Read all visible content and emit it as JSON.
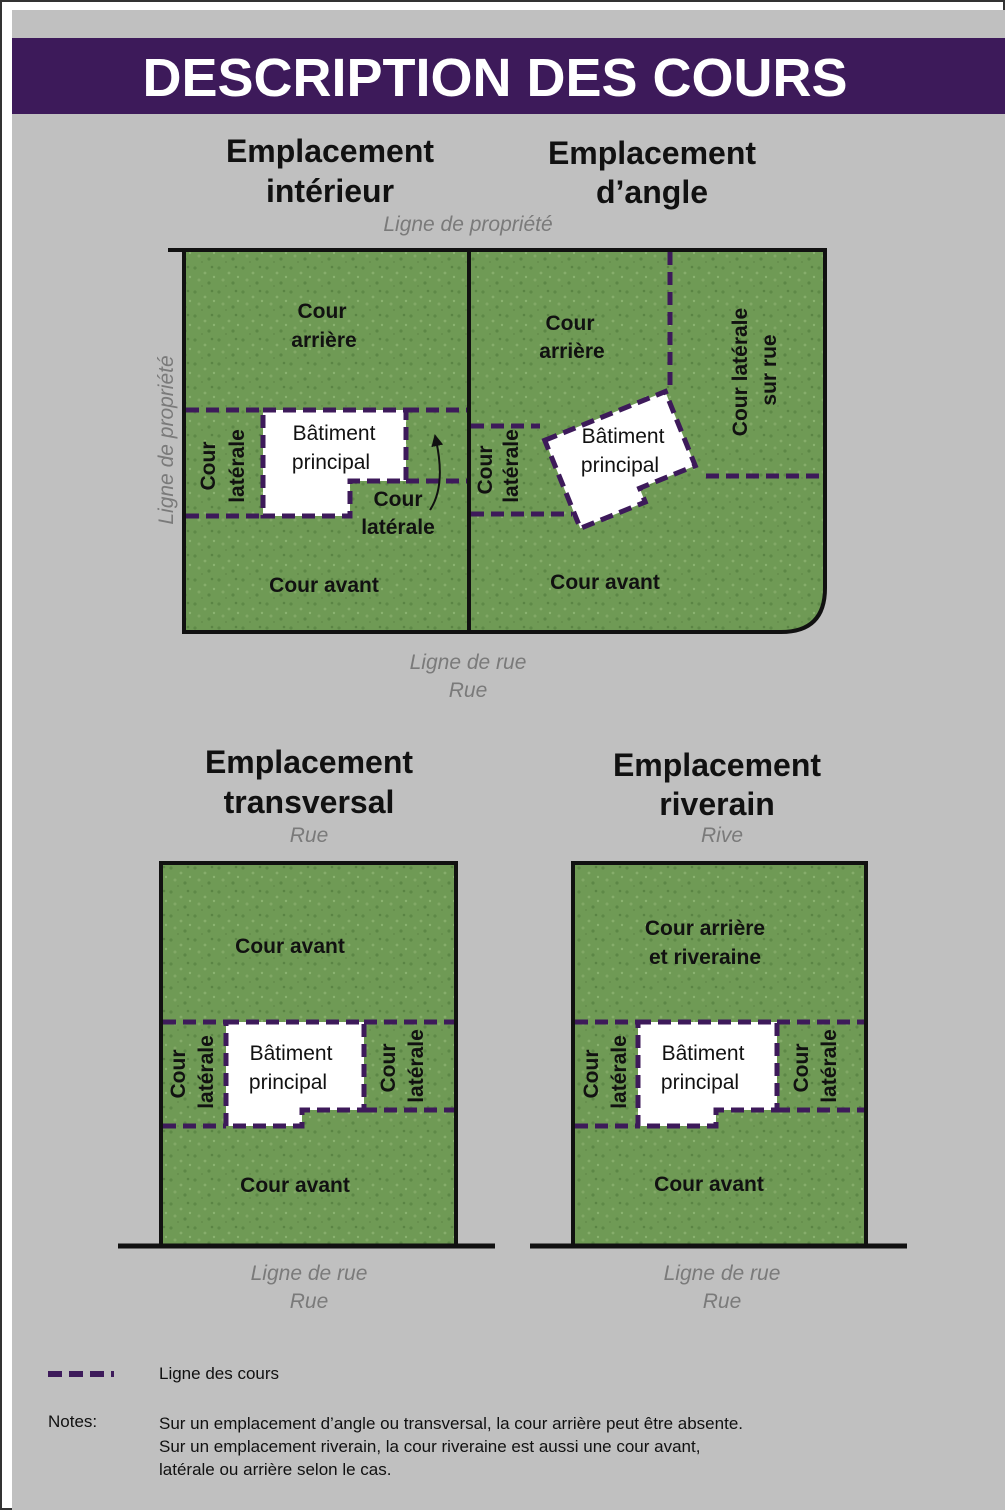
{
  "title": "DESCRIPTION DES COURS",
  "colors": {
    "banner": "#3d1a5a",
    "background": "#c0c0c0",
    "grass": "#6f9a55",
    "yard_line": "#3d1a5a"
  },
  "top": {
    "interior_title": [
      "Emplacement",
      "intérieur"
    ],
    "corner_title": [
      "Emplacement",
      "d’angle"
    ],
    "property_line_top": "Ligne de propriété",
    "property_line_side": "Ligne de propriété",
    "street_line": "Ligne de rue",
    "street": "Rue",
    "interior": {
      "rear_yard": [
        "Cour",
        "arrière"
      ],
      "side_yard_left": [
        "Cour",
        "latérale"
      ],
      "building": [
        "Bâtiment",
        "principal"
      ],
      "side_yard_right": [
        "Cour",
        "latérale"
      ],
      "front_yard": "Cour avant"
    },
    "corner": {
      "rear_yard": [
        "Cour",
        "arrière"
      ],
      "side_yard_left": [
        "Cour",
        "latérale"
      ],
      "building": [
        "Bâtiment",
        "principal"
      ],
      "street_side_yard": [
        "Cour latérale",
        "sur rue"
      ],
      "front_yard": "Cour avant"
    }
  },
  "through_lot": {
    "title": [
      "Emplacement",
      "transversal"
    ],
    "top_label": "Rue",
    "front_yard_top": "Cour avant",
    "side_yard_left": [
      "Cour",
      "latérale"
    ],
    "building": [
      "Bâtiment",
      "principal"
    ],
    "side_yard_right": [
      "Cour",
      "latérale"
    ],
    "front_yard_bottom": "Cour avant",
    "street_line": "Ligne de rue",
    "street": "Rue"
  },
  "riparian_lot": {
    "title": [
      "Emplacement",
      "riverain"
    ],
    "top_label": "Rive",
    "rear_yard": [
      "Cour arrière",
      "et riveraine"
    ],
    "side_yard_left": [
      "Cour",
      "latérale"
    ],
    "building": [
      "Bâtiment",
      "principal"
    ],
    "side_yard_right": [
      "Cour",
      "latérale"
    ],
    "front_yard": "Cour avant",
    "street_line": "Ligne de rue",
    "street": "Rue"
  },
  "legend": {
    "label": "Ligne des cours"
  },
  "notes": {
    "heading": "Notes:",
    "lines": [
      "Sur un emplacement d’angle ou transversal, la cour arrière peut être absente.",
      "Sur un emplacement riverain, la cour riveraine est aussi une cour avant,",
      "latérale ou arrière selon le cas."
    ]
  }
}
